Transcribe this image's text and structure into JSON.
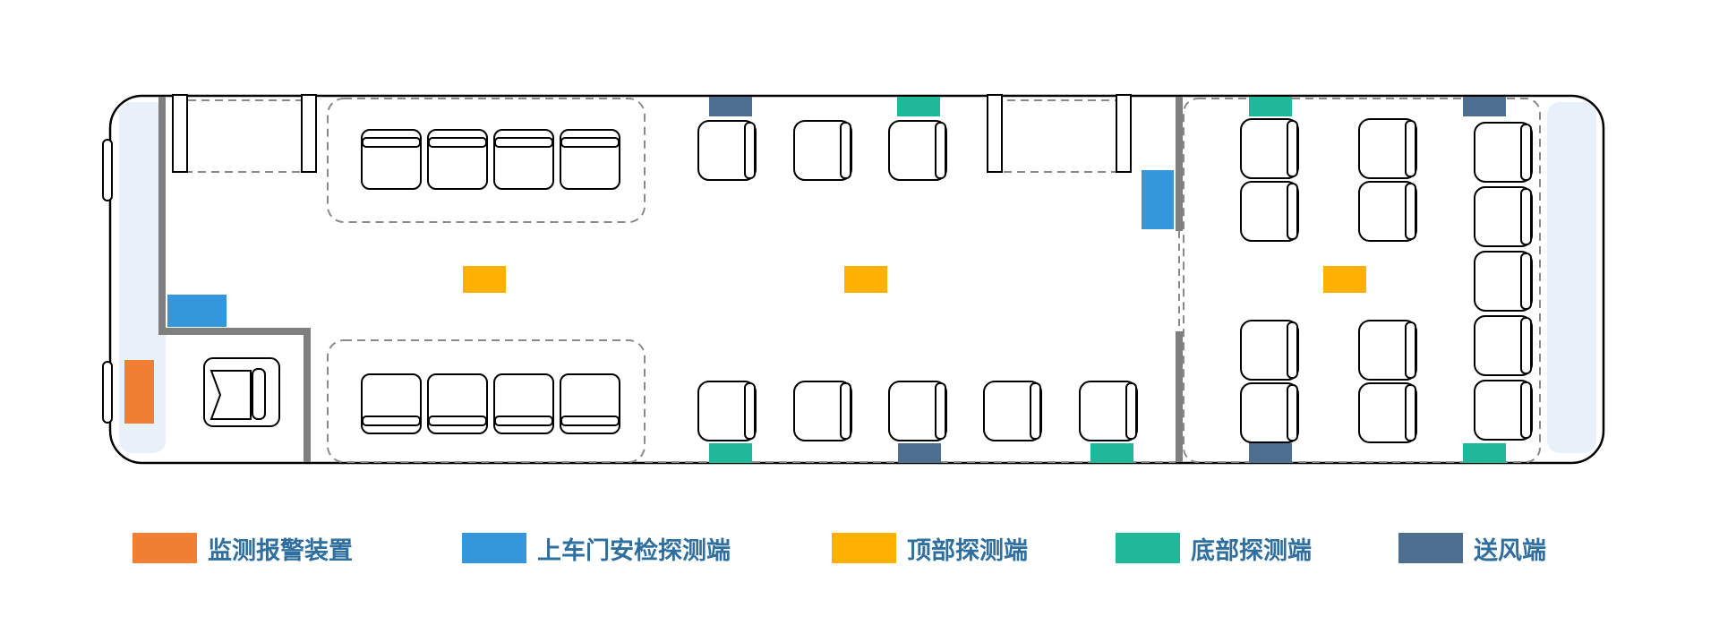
{
  "colors": {
    "alarm_device": "#f07f34",
    "door_detector": "#3497dc",
    "top_detector": "#ffb000",
    "bottom_detector": "#1fb899",
    "air_supply": "#4e6e90",
    "cabin_fill": "#e8f0fa",
    "outline": "#000000",
    "wall": "#7f7f7f",
    "dashed": "#8a8a8a"
  },
  "legend": [
    {
      "key": "alarm_device",
      "label": "监测报警装置",
      "color": "#f07f34"
    },
    {
      "key": "door_detector",
      "label": "上车门安检探测端",
      "color": "#3497dc"
    },
    {
      "key": "top_detector",
      "label": "顶部探测端",
      "color": "#ffb000"
    },
    {
      "key": "bottom_detector",
      "label": "底部探测端",
      "color": "#1fb899"
    },
    {
      "key": "air_supply",
      "label": "送风端",
      "color": "#4e6e90"
    }
  ]
}
